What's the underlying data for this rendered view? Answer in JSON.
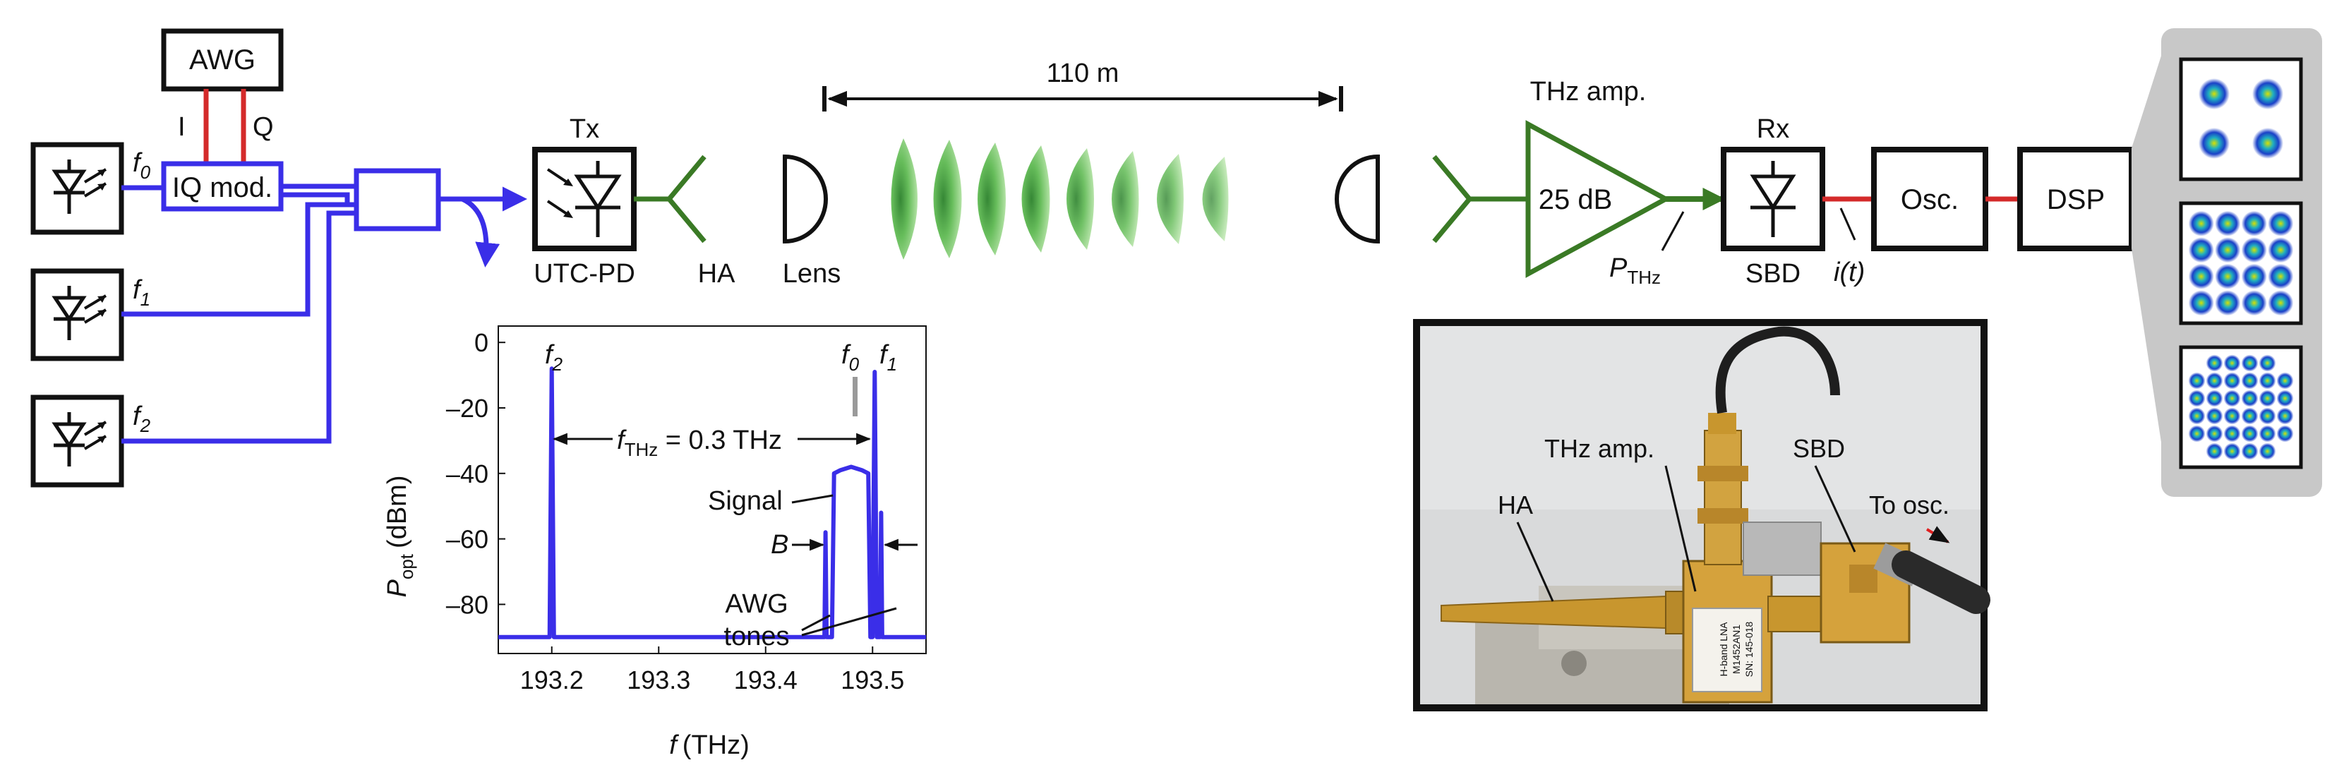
{
  "blocks": {
    "awg": "AWG",
    "iq_mod": "IQ mod.",
    "iq_i": "I",
    "iq_q": "Q",
    "tx": "Tx",
    "utc_pd": "UTC-PD",
    "ha": "HA",
    "lens": "Lens",
    "distance": "110 m",
    "thz_amp_title": "THz amp.",
    "amp_gain": "25 dB",
    "p_thz_main": "P",
    "p_thz_sub": "THz",
    "rx": "Rx",
    "sbd": "SBD",
    "current": "i(t)",
    "osc": "Osc.",
    "dsp": "DSP"
  },
  "lasers": [
    {
      "label": "f",
      "sub": "0"
    },
    {
      "label": "f",
      "sub": "1"
    },
    {
      "label": "f",
      "sub": "2"
    }
  ],
  "photo": {
    "labels": {
      "ha": "HA",
      "thz_amp": "THz amp.",
      "sbd": "SBD",
      "to_osc": "To osc."
    },
    "amp_module_text": [
      "H-band LNA",
      "M1452AN1",
      "SN: 145-018"
    ]
  },
  "constellations": [
    "QPSK",
    "16QAM",
    "32QAM"
  ],
  "chart_data": {
    "type": "line",
    "title": "",
    "xlabel_main": "f",
    "xlabel_unit": "(THz)",
    "ylabel_main": "P",
    "ylabel_sub": "opt",
    "ylabel_unit": "(dBm)",
    "xlim": [
      193.15,
      193.55
    ],
    "ylim": [
      -95,
      5
    ],
    "xticks": [
      "193.2",
      "193.3",
      "193.4",
      "193.5"
    ],
    "xtick_values": [
      193.2,
      193.3,
      193.4,
      193.5
    ],
    "yticks": [
      "0",
      "–20",
      "–40",
      "–60",
      "–80"
    ],
    "ytick_values": [
      0,
      -20,
      -40,
      -60,
      -80
    ],
    "noise_floor": -90,
    "series": [
      {
        "points": [
          [
            193.15,
            -90
          ],
          [
            193.198,
            -90
          ],
          [
            193.2,
            -8
          ],
          [
            193.202,
            -90
          ],
          [
            193.455,
            -90
          ],
          [
            193.456,
            -58
          ],
          [
            193.457,
            -90
          ],
          [
            193.462,
            -90
          ],
          [
            193.464,
            -40
          ],
          [
            193.47,
            -39
          ],
          [
            193.48,
            -38
          ],
          [
            193.49,
            -39
          ],
          [
            193.496,
            -40
          ],
          [
            193.498,
            -90
          ],
          [
            193.5,
            -90
          ],
          [
            193.502,
            -9
          ],
          [
            193.504,
            -90
          ],
          [
            193.507,
            -90
          ],
          [
            193.508,
            -52
          ],
          [
            193.509,
            -90
          ],
          [
            193.55,
            -90
          ]
        ]
      }
    ],
    "annotations": {
      "f2": {
        "main": "f",
        "sub": "2"
      },
      "f0": {
        "main": "f",
        "sub": "0"
      },
      "f1": {
        "main": "f",
        "sub": "1"
      },
      "fthz_main": "f",
      "fthz_sub": "THz",
      "fthz_value": " = 0.3 THz",
      "signal": "Signal",
      "bandwidth": "B",
      "awg_tones_1": "AWG",
      "awg_tones_2": "tones"
    }
  },
  "colors": {
    "optical": "#3a2ee8",
    "electrical": "#d42a2a",
    "thz": "#3a7a25",
    "panel": "#c8c8c8"
  }
}
